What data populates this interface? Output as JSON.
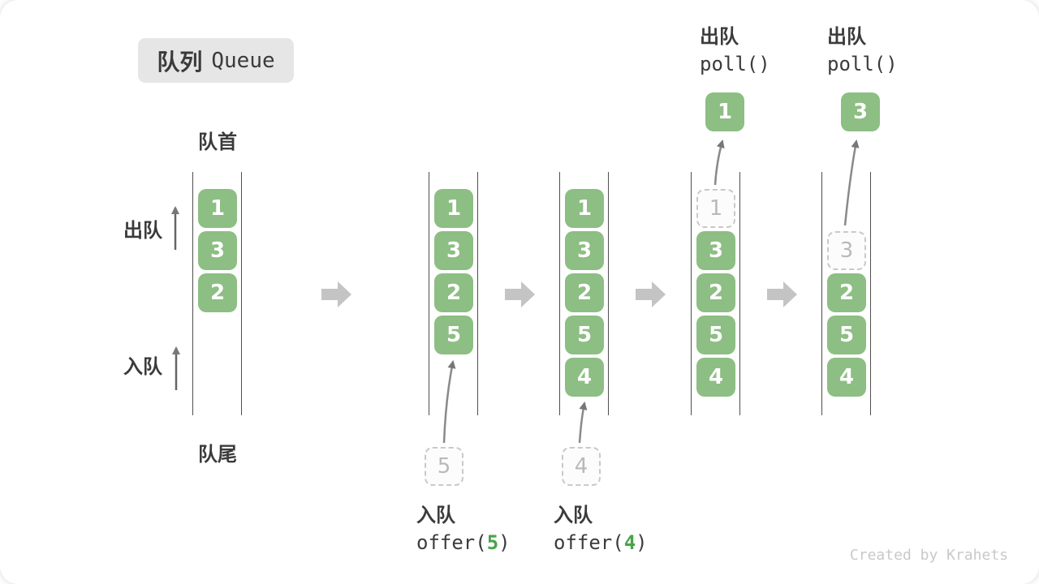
{
  "page": {
    "title_zh": "队列",
    "title_en": "Queue",
    "footer": "Created by Krahets"
  },
  "labels": {
    "front": "队首",
    "rear": "队尾",
    "dequeue": "出队",
    "enqueue": "入队"
  },
  "colors": {
    "box_green": "#8dbe83",
    "code_green": "#4aa34a",
    "wall_gray": "#4f4f4f",
    "flow_arrow_gray": "#c4c4c4",
    "thin_arrow_gray": "#808080",
    "ghost_border": "#c9c9c9",
    "ghost_text": "#b9b9b9",
    "badge_bg": "#e6e6e6",
    "footer_gray": "#c9c9c9"
  },
  "queues": [
    {
      "cells": [
        {
          "v": "1"
        },
        {
          "v": "3"
        },
        {
          "v": "2"
        }
      ]
    },
    {
      "cells": [
        {
          "v": "1"
        },
        {
          "v": "3"
        },
        {
          "v": "2"
        },
        {
          "v": "5"
        }
      ]
    },
    {
      "cells": [
        {
          "v": "1"
        },
        {
          "v": "3"
        },
        {
          "v": "2"
        },
        {
          "v": "5"
        },
        {
          "v": "4"
        }
      ]
    },
    {
      "cells": [
        {
          "v": "1",
          "ghost": true
        },
        {
          "v": "3"
        },
        {
          "v": "2"
        },
        {
          "v": "5"
        },
        {
          "v": "4"
        }
      ]
    },
    {
      "cells": [
        {
          "v": "3",
          "ghost": true
        },
        {
          "v": "2"
        },
        {
          "v": "5"
        },
        {
          "v": "4"
        }
      ]
    }
  ],
  "annotations": {
    "enqueue5": {
      "label": "入队",
      "code_pre": "offer(",
      "arg": "5",
      "code_post": ")",
      "ghost_value": "5"
    },
    "enqueue4": {
      "label": "入队",
      "code_pre": "offer(",
      "arg": "4",
      "code_post": ")",
      "ghost_value": "4"
    },
    "poll1": {
      "label": "出队",
      "code": "poll()",
      "out_value": "1"
    },
    "poll2": {
      "label": "出队",
      "code": "poll()",
      "out_value": "3"
    }
  }
}
